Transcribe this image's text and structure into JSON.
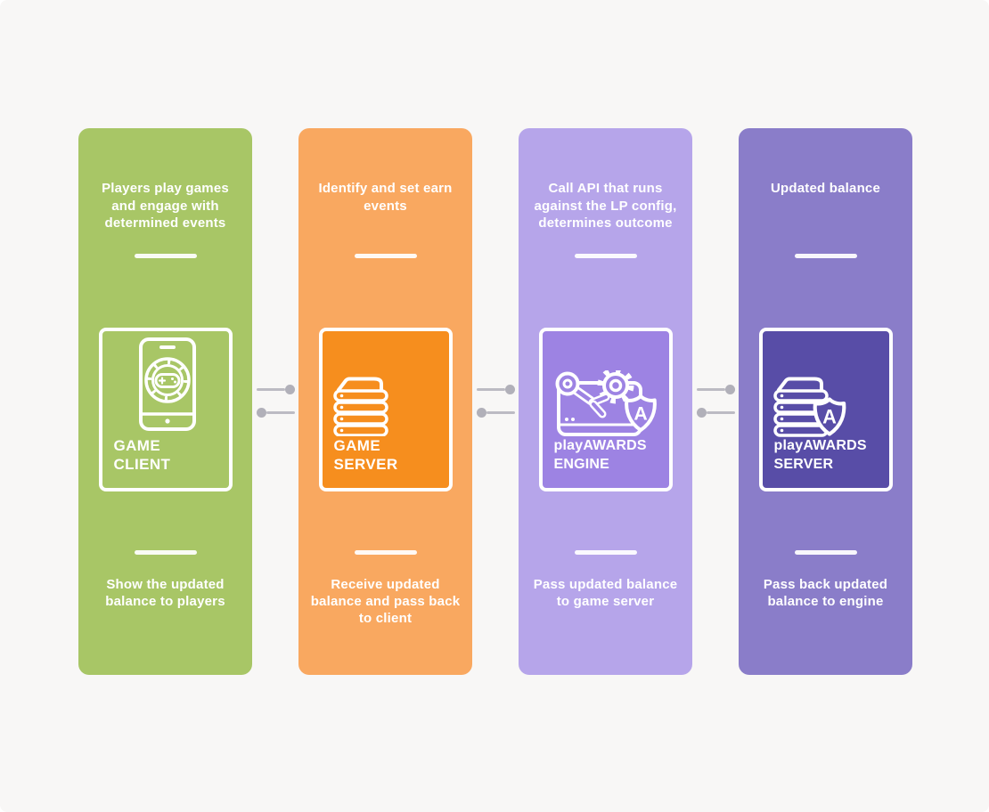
{
  "page": {
    "background": "#f8f7f6"
  },
  "connector": {
    "line_color": "#bcbbc3",
    "dot_color": "#b1b0b9"
  },
  "cards": [
    {
      "name": "game-client",
      "top_text": "Players play games and engage with determined events",
      "label_line1": "GAME",
      "label_line2": "CLIENT",
      "bottom_text": "Show the updated balance to players",
      "icon": "smartphone-game-chip-icon",
      "colors": {
        "card": "#a8c666",
        "box": "#a8c666"
      }
    },
    {
      "name": "game-server",
      "top_text": "Identify and set earn events",
      "label_line1": "GAME",
      "label_line2": "SERVER",
      "bottom_text": "Receive updated balance and pass back to client",
      "icon": "server-stack-icon",
      "colors": {
        "card": "#f9a860",
        "box": "#f68e1e"
      }
    },
    {
      "name": "playawards-engine",
      "top_text": "Call API that runs against the LP config, determines outcome",
      "label_line1": "playAWARDS",
      "label_line2": "ENGINE",
      "bottom_text": "Pass updated balance to game server",
      "icon": "robot-arm-gear-shield-icon",
      "shield_letter": "A",
      "colors": {
        "card": "#b6a5ea",
        "box": "#9d83e3"
      }
    },
    {
      "name": "playawards-server",
      "top_text": "Updated balance",
      "label_line1": "playAWARDS",
      "label_line2": "SERVER",
      "bottom_text": "Pass back updated balance to engine",
      "icon": "server-stack-shield-icon",
      "shield_letter": "A",
      "colors": {
        "card": "#8a7dc9",
        "box": "#584da7"
      }
    }
  ]
}
